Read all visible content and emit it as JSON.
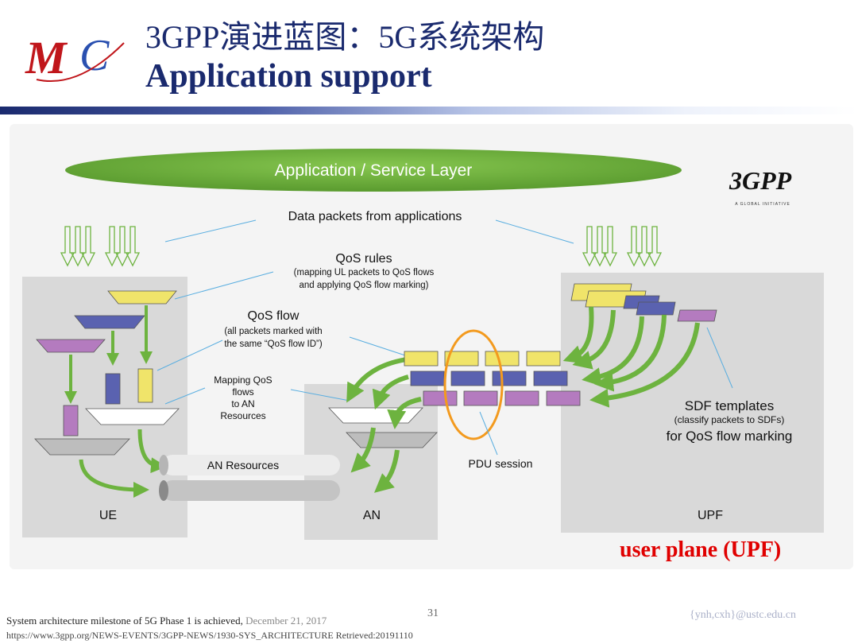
{
  "header": {
    "logo_text": "MC",
    "title_cn": "3GPP演进蓝图：5G系统架构",
    "title_en": "Application support"
  },
  "diagram": {
    "app_layer": "Application / Service Layer",
    "brand": "3GPP",
    "brand_tagline": "A GLOBAL INITIATIVE",
    "data_packets": "Data packets from applications",
    "qos_rules_title": "QoS rules",
    "qos_rules_desc1": "(mapping UL packets to QoS flows",
    "qos_rules_desc2": "and applying QoS flow marking)",
    "qos_flow_title": "QoS flow",
    "qos_flow_desc1": "(all packets marked with",
    "qos_flow_desc2": "the same “QoS flow ID”)",
    "mapping_1": "Mapping QoS",
    "mapping_2": "flows",
    "mapping_3": "to AN",
    "mapping_4": "Resources",
    "sdf_title": "SDF templates",
    "sdf_desc": "(classify packets to SDFs)",
    "sdf_marking": "for QoS flow marking",
    "an_resources": "AN Resources",
    "pdu_session": "PDU session",
    "ue": "UE",
    "an": "AN",
    "upf": "UPF"
  },
  "note": "user plane (UPF)",
  "footer": {
    "source": "System architecture milestone of 5G Phase 1 is achieved,",
    "date": "December 21, 2017",
    "url": "https://www.3gpp.org/NEWS-EVENTS/3GPP-NEWS/1930-SYS_ARCHITECTURE  Retrieved:20191110",
    "page": "31",
    "email": "{ynh,cxh}@ustc.edu.cn"
  },
  "colors": {
    "green": "#6db33f",
    "yellow": "#f0e46a",
    "blue": "#5a62b0",
    "purple": "#b47bbf",
    "box_gray": "#d8d8d8",
    "title_navy": "#1a2a6e",
    "note_red": "#e00000"
  }
}
